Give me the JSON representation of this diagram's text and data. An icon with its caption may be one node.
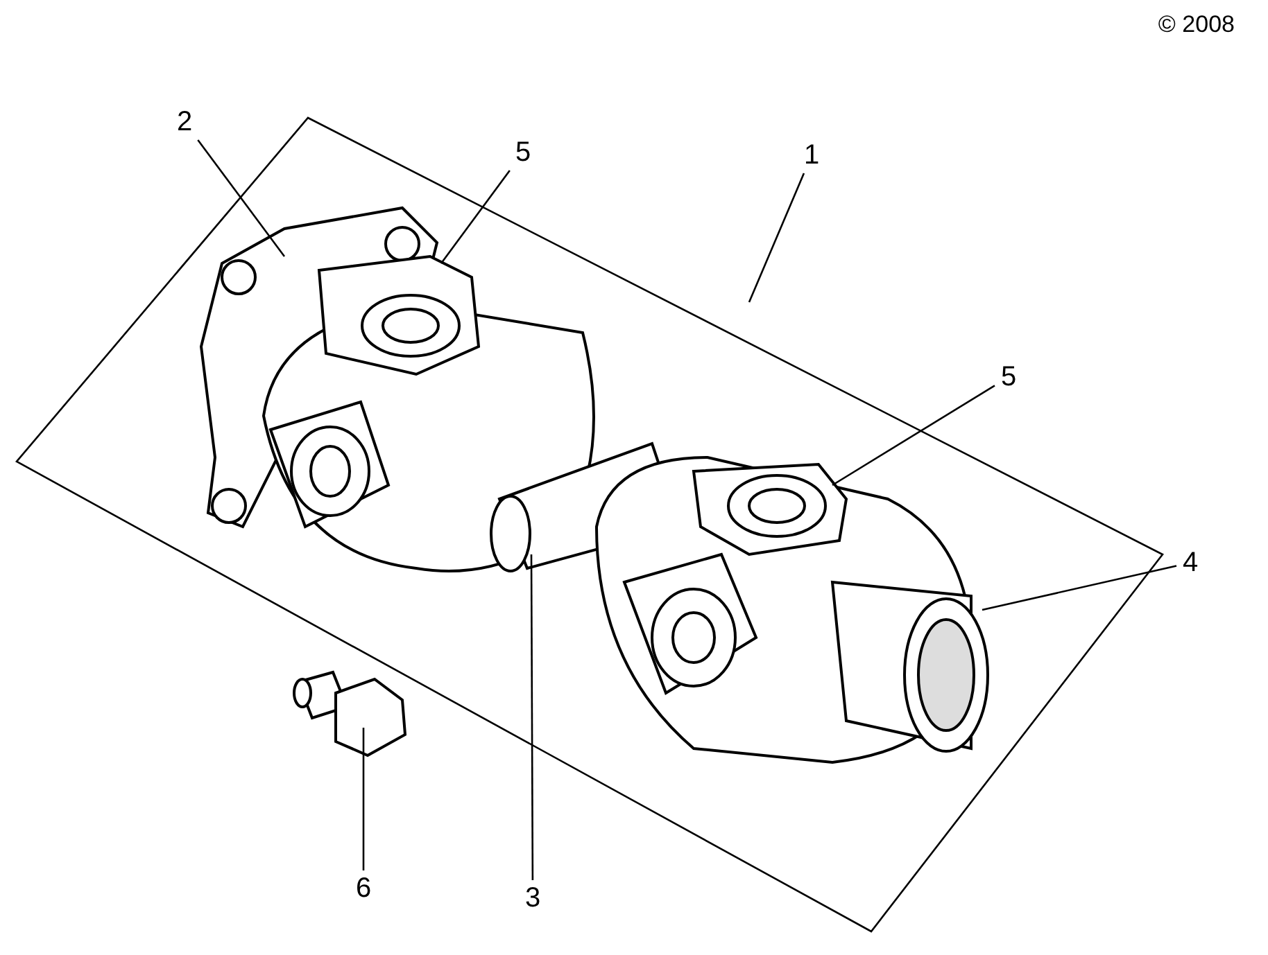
{
  "diagram": {
    "nodes": [
      {
        "text": [
          "2"
        ]
      },
      {
        "text": [
          "5"
        ]
      },
      {
        "text": [
          "1"
        ]
      },
      {
        "text": [
          "5"
        ]
      },
      {
        "text": [
          "4"
        ]
      },
      {
        "text": [
          "6"
        ]
      },
      {
        "text": [
          "3"
        ]
      }
    ],
    "edges": [
      {
        "from": 0,
        "to": null,
        "arrow": "none"
      },
      {
        "from": 1,
        "to": null,
        "arrow": "none"
      },
      {
        "from": 2,
        "to": null,
        "arrow": "none"
      },
      {
        "from": 3,
        "to": null,
        "arrow": "none"
      },
      {
        "from": 4,
        "to": null,
        "arrow": "none"
      },
      {
        "from": 5,
        "to": null,
        "arrow": "none"
      },
      {
        "from": 6,
        "to": null,
        "arrow": "none"
      }
    ],
    "labels": [
      "© 2008"
    ]
  }
}
